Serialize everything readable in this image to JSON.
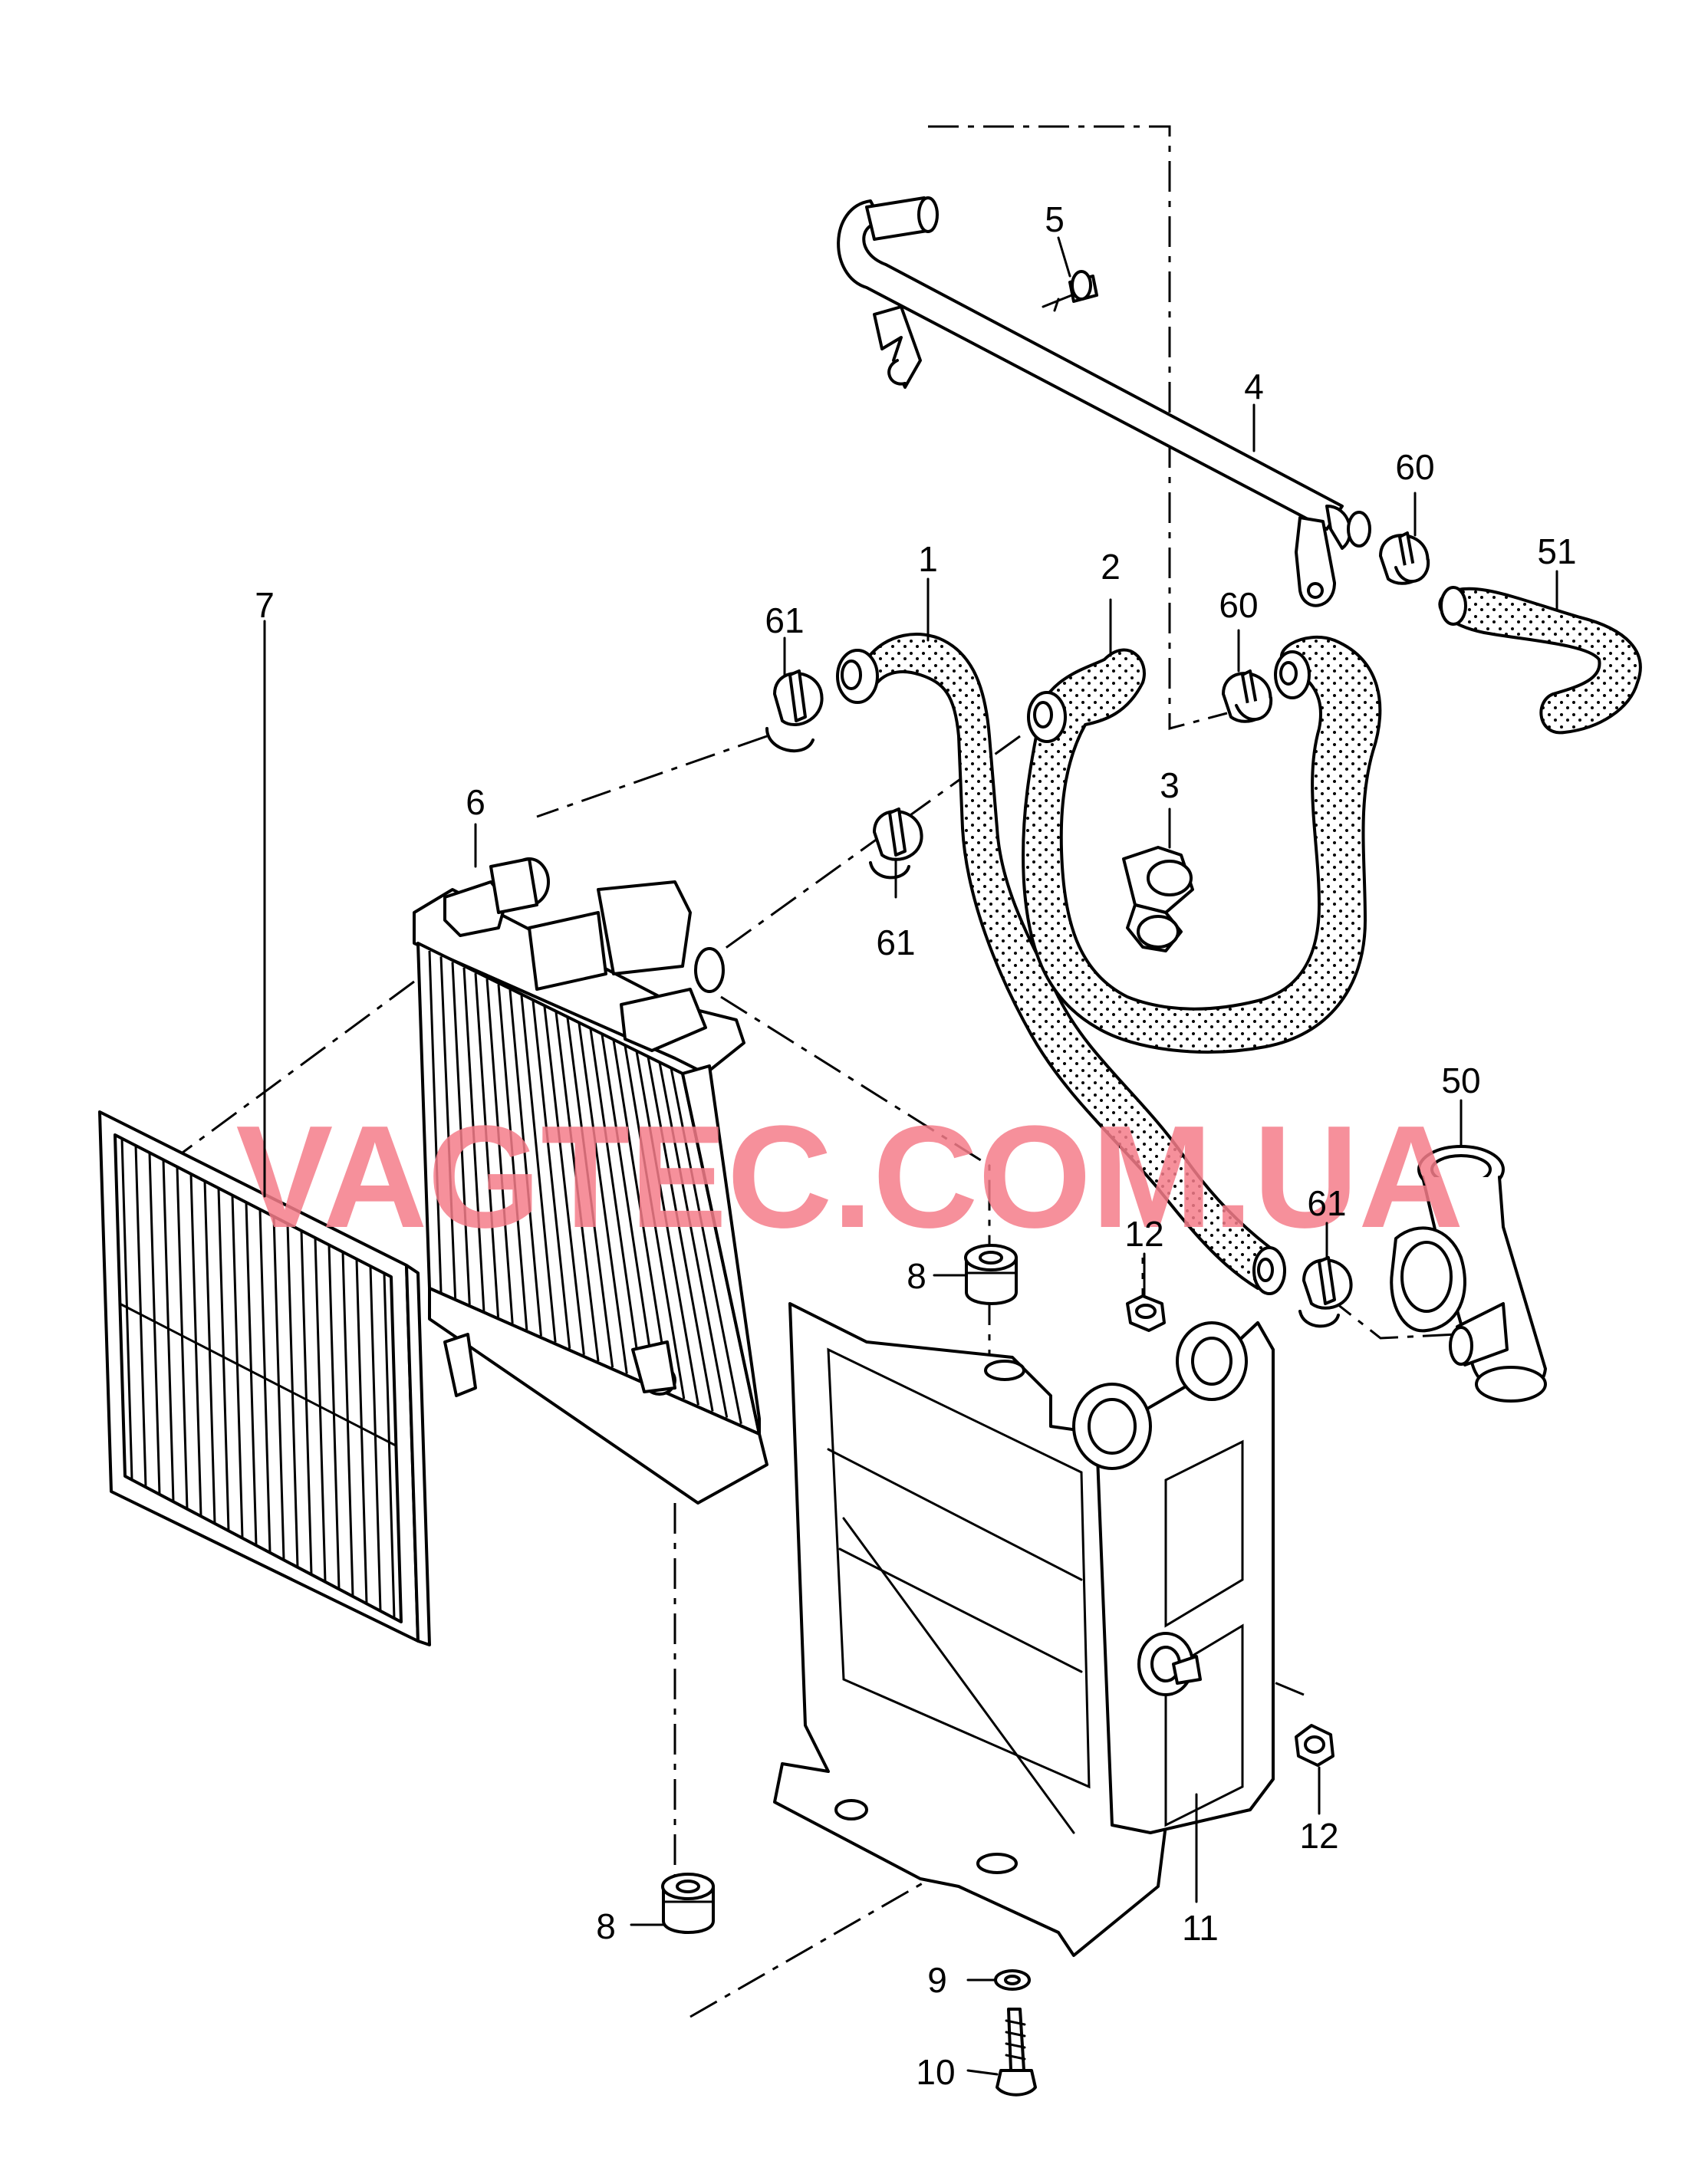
{
  "watermark": {
    "text": "VAGTEC.COM.UA",
    "color": "#f47c8a"
  },
  "labels": [
    {
      "id": "1",
      "text": "1"
    },
    {
      "id": "2",
      "text": "2"
    },
    {
      "id": "3",
      "text": "3"
    },
    {
      "id": "4",
      "text": "4"
    },
    {
      "id": "5",
      "text": "5"
    },
    {
      "id": "6",
      "text": "6"
    },
    {
      "id": "7",
      "text": "7"
    },
    {
      "id": "8a",
      "text": "8"
    },
    {
      "id": "8b",
      "text": "8"
    },
    {
      "id": "9",
      "text": "9"
    },
    {
      "id": "10",
      "text": "10"
    },
    {
      "id": "11",
      "text": "11"
    },
    {
      "id": "12a",
      "text": "12"
    },
    {
      "id": "12b",
      "text": "12"
    },
    {
      "id": "50",
      "text": "50"
    },
    {
      "id": "51",
      "text": "51"
    },
    {
      "id": "60a",
      "text": "60"
    },
    {
      "id": "60b",
      "text": "60"
    },
    {
      "id": "61a",
      "text": "61"
    },
    {
      "id": "61b",
      "text": "61"
    },
    {
      "id": "61c",
      "text": "61"
    }
  ]
}
